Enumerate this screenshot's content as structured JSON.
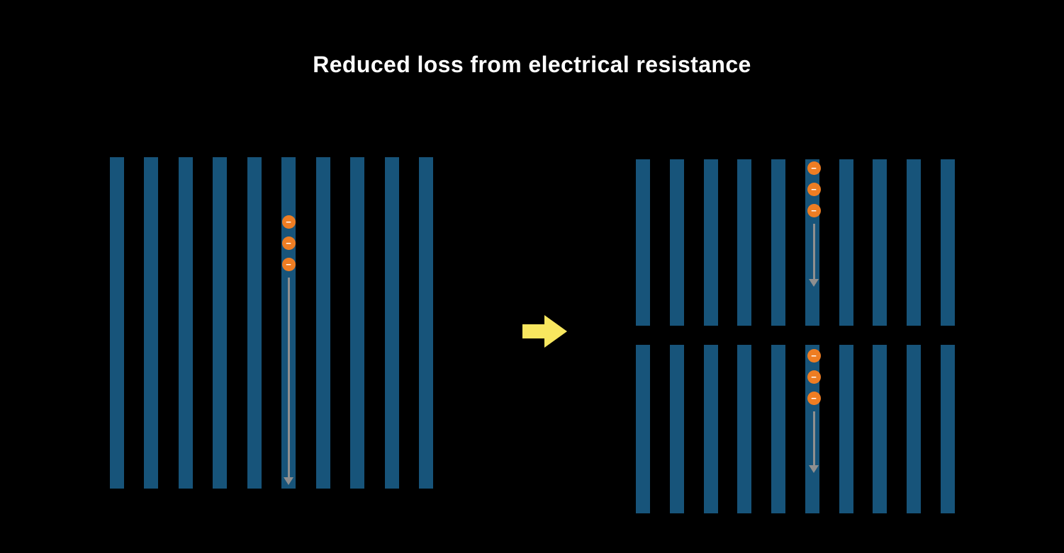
{
  "title": "Reduced loss from electrical resistance",
  "colors": {
    "background": "#000000",
    "bar": "#17547a",
    "electron": "#ee7d23",
    "electron_symbol_color": "#ffffff",
    "flow_arrow": "#8f8f8f",
    "transform_arrow": "#f8e75f"
  },
  "before": {
    "bar_count": 10,
    "electron_count": 3,
    "electron_symbol": "−"
  },
  "after": {
    "groups": [
      {
        "bar_count": 10,
        "electron_count": 3,
        "electron_symbol": "−"
      },
      {
        "bar_count": 10,
        "electron_count": 3,
        "electron_symbol": "−"
      }
    ]
  }
}
